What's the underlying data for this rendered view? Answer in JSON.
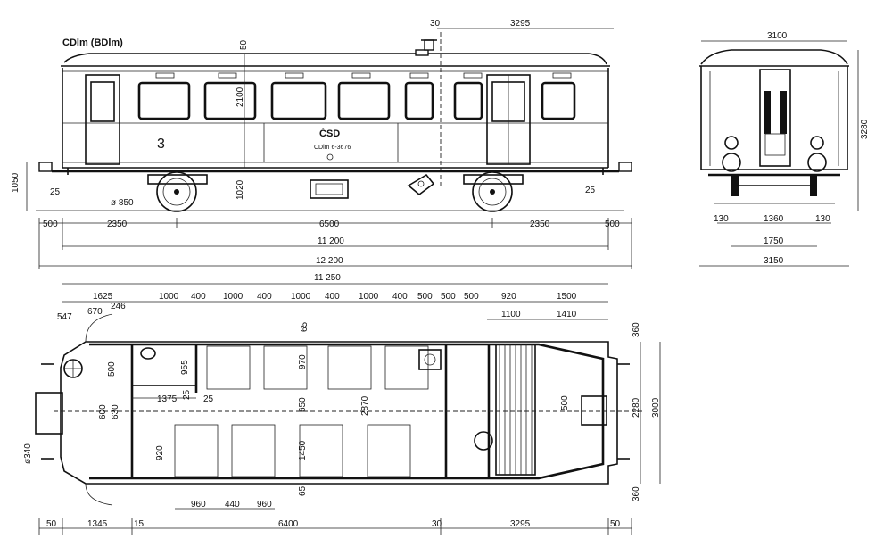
{
  "title": "CDlm (BDlm)",
  "side_view": {
    "class_number": "3",
    "operator": "ČSD",
    "car_number": "CDlm 6-3676",
    "dims": {
      "top_30": "30",
      "top_3295": "3295",
      "roof_50": "50",
      "window_2100": "2100",
      "floor_1020": "1020",
      "buffer_1050": "1050",
      "left_25": "25",
      "right_25": "25",
      "wheel": "ø 850",
      "seg_500_left": "500",
      "seg_2350_left": "2350",
      "seg_6500": "6500",
      "seg_2350_right": "2350",
      "seg_500_right": "500",
      "body_11200": "11 200",
      "total_12200": "12 200"
    }
  },
  "end_view": {
    "dims": {
      "top_3100": "3100",
      "height_3280": "3280",
      "b130_left": "130",
      "b1360": "1360",
      "b130_right": "130",
      "b1750": "1750",
      "b3150": "3150"
    }
  },
  "plan_view": {
    "dims": {
      "top_11250": "11 250",
      "r1625": "1625",
      "r1000a": "1000",
      "r400a": "400",
      "r1000b": "1000",
      "r400b": "400",
      "r1000c": "1000",
      "r400c": "400",
      "r1000d": "1000",
      "r400d": "400",
      "r500a": "500",
      "r500b": "500",
      "r920": "920",
      "r1500": "1500",
      "r1100": "1100",
      "r1410": "1410",
      "d547": "547",
      "d670": "670",
      "d246": "246",
      "d500": "500",
      "d955": "955",
      "d1375": "1375",
      "d25a": "25",
      "d25b": "25",
      "d65a": "65",
      "d970": "970",
      "d650": "650",
      "d2870": "2870",
      "d1450": "1450",
      "d65b": "65",
      "d920v": "920",
      "d600": "600",
      "d630": "630",
      "d340": "ø340",
      "d500r": "500",
      "d360a": "360",
      "d2280": "2280",
      "d3000": "3000",
      "d360b": "360",
      "b960a": "960",
      "b440": "440",
      "b960b": "960",
      "bot50a": "50",
      "bot1345": "1345",
      "bot15": "15",
      "bot6400": "6400",
      "bot30": "30",
      "bot3295": "3295",
      "bot50b": "50"
    }
  }
}
